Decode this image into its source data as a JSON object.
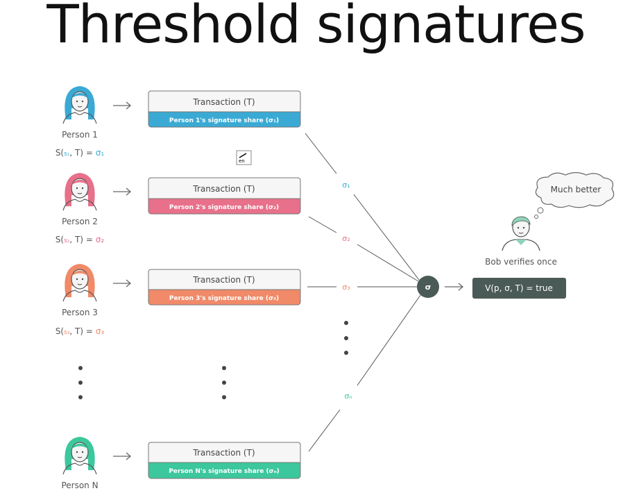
{
  "title": "Threshold signatures",
  "colors": {
    "p1": "#3aaad4",
    "p2": "#e8708a",
    "p3": "#f08a68",
    "pn": "#3cc79c",
    "dark": "#4a5a56",
    "line": "#666666"
  },
  "persons": [
    {
      "label": "Person 1",
      "formula_prefix": "S(",
      "secret": "s₁",
      "formula_mid": ", T) = ",
      "sigma": "σ₁",
      "box_header": "Transaction (T)",
      "share": "Person 1's signature share (σ₁)",
      "edge_label": "σ₁"
    },
    {
      "label": "Person 2",
      "formula_prefix": "S(",
      "secret": "s₂",
      "formula_mid": ", T) = ",
      "sigma": "σ₂",
      "box_header": "Transaction (T)",
      "share": "Person 2's signature share (σ₂)",
      "edge_label": "σ₂"
    },
    {
      "label": "Person 3",
      "formula_prefix": "S(",
      "secret": "s₃",
      "formula_mid": ", T) = ",
      "sigma": "σ₃",
      "box_header": "Transaction (T)",
      "share": "Person 3's signature share (σ₃)",
      "edge_label": "σ₃"
    },
    {
      "label": "Person N",
      "box_header": "Transaction (T)",
      "share": "Person N's signature share (σₙ)",
      "edge_label": "σₙ"
    }
  ],
  "aggregate": "σ",
  "bob": {
    "label": "Bob verifies once",
    "thought": "Much better",
    "verify": "V(p, σ, T) = true"
  }
}
